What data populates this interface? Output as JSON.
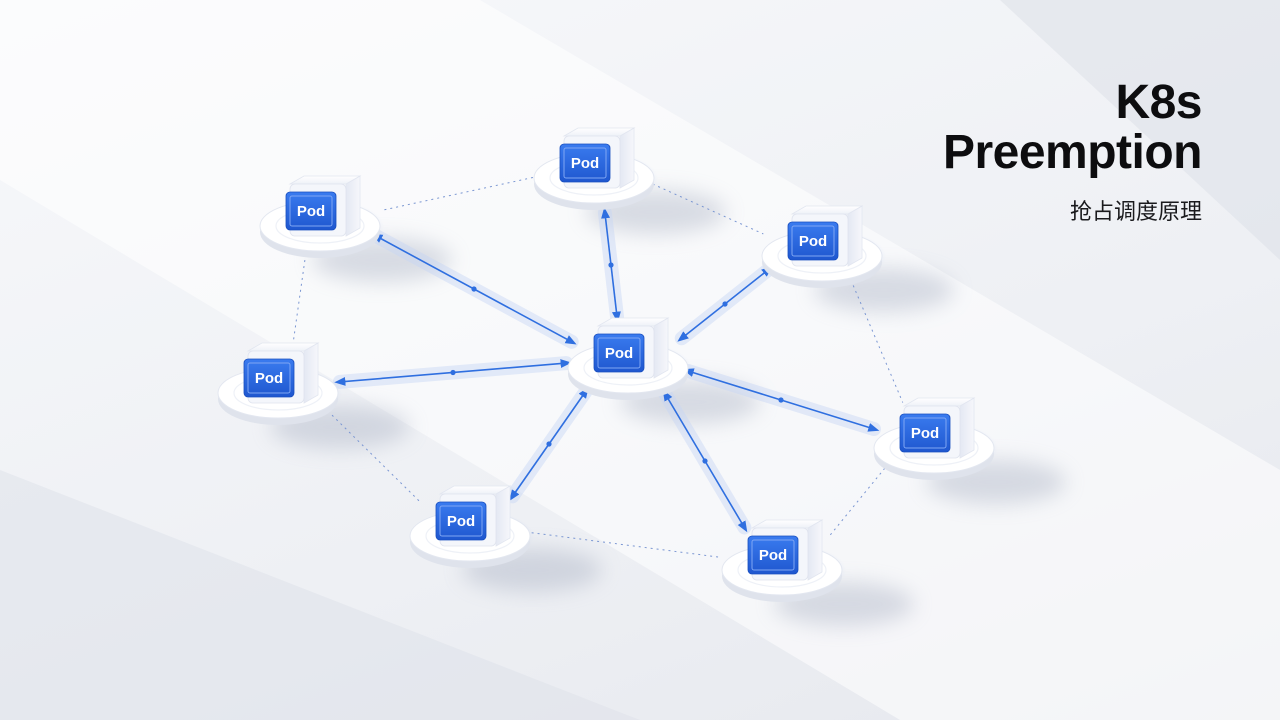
{
  "title": {
    "line1": "K8s",
    "line2": "Preemption",
    "subtitle": "抢占调度原理"
  },
  "colors": {
    "accent": "#2f6fe0",
    "pod_face": "#2563d9",
    "platform": "#ffffff"
  },
  "nodes": [
    {
      "id": "center",
      "label": "Pod"
    },
    {
      "id": "top",
      "label": "Pod"
    },
    {
      "id": "top-left",
      "label": "Pod"
    },
    {
      "id": "top-right",
      "label": "Pod"
    },
    {
      "id": "left",
      "label": "Pod"
    },
    {
      "id": "right",
      "label": "Pod"
    },
    {
      "id": "bottom-left",
      "label": "Pod"
    },
    {
      "id": "bottom-right",
      "label": "Pod"
    }
  ],
  "edges": [
    {
      "from": "center",
      "to": "top",
      "style": "solid"
    },
    {
      "from": "center",
      "to": "top-left",
      "style": "solid"
    },
    {
      "from": "center",
      "to": "top-right",
      "style": "solid"
    },
    {
      "from": "center",
      "to": "left",
      "style": "solid"
    },
    {
      "from": "center",
      "to": "right",
      "style": "solid"
    },
    {
      "from": "center",
      "to": "bottom-left",
      "style": "solid"
    },
    {
      "from": "center",
      "to": "bottom-right",
      "style": "solid"
    },
    {
      "from": "top",
      "to": "top-left",
      "style": "dotted"
    },
    {
      "from": "top",
      "to": "top-right",
      "style": "dotted"
    },
    {
      "from": "top-left",
      "to": "left",
      "style": "dotted"
    },
    {
      "from": "top-right",
      "to": "right",
      "style": "dotted"
    },
    {
      "from": "left",
      "to": "bottom-left",
      "style": "dotted"
    },
    {
      "from": "bottom-left",
      "to": "bottom-right",
      "style": "dotted"
    },
    {
      "from": "bottom-right",
      "to": "right",
      "style": "dotted"
    }
  ]
}
